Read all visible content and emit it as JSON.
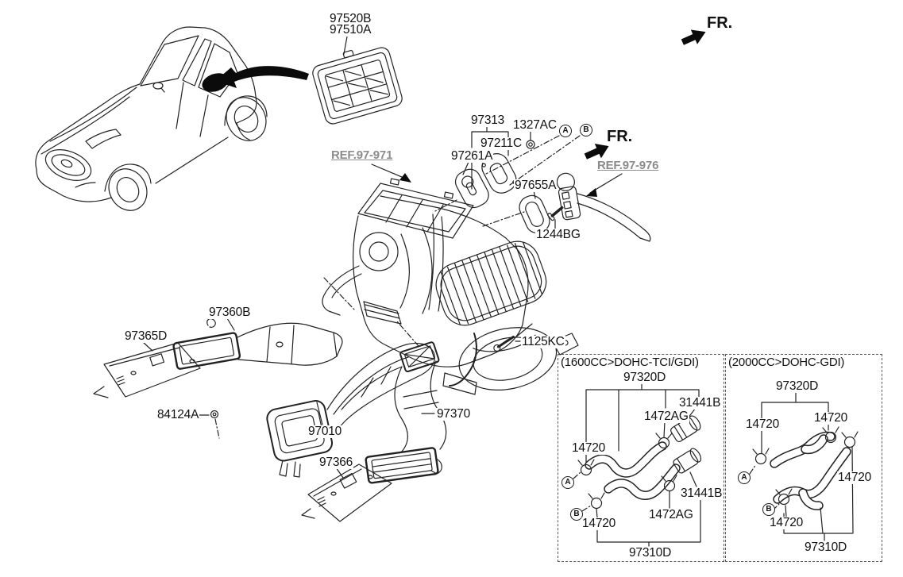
{
  "colors": {
    "background": "#ffffff",
    "line": "#222222",
    "ref_link": "#8c8c8c",
    "highlight": "#000000"
  },
  "icons": {
    "fr_arrow": "bold-arrow-pointing-front",
    "ref_arrow": "solid-arrowhead-leader",
    "nut_icon": "hex-nut",
    "bolt_icon": "machine-bolt",
    "clip_icon": "fastener-clip",
    "clamp_icon": "hose-clamp"
  },
  "fr_indicator": {
    "top": "FR.",
    "mid": "FR."
  },
  "connectors": {
    "a": "A",
    "b": "B"
  },
  "main_labels": {
    "quarter_vent_upper": "97520B",
    "quarter_vent_lower": "97510A",
    "heater_assembly": "97313",
    "nut": "1327AC",
    "duct_gasket": "97211C",
    "gasket": "97261A",
    "ref_heater": "REF.97-971",
    "ref_tube": "REF.97-976",
    "grommet": "97655A",
    "bolt_tube": "1244BG",
    "bolt_blower": "1125KC",
    "duct_rear_center": "97360B",
    "duct_rear_lh": "97365D",
    "clip": "84124A",
    "duct_floor_center": "97010",
    "duct_rear_vertical": "97370",
    "duct_rear_rh": "97366"
  },
  "variant_boxes": [
    {
      "title": "(1600CC>DOHC-TCI/GDI)",
      "connector_a": "A",
      "connector_b": "B",
      "labels": {
        "inlet_hose": "97320D",
        "fitting_upper": "31441B",
        "clamp_spring_upper": "1472AG",
        "clamp_upper": "14720",
        "clamp_lower": "14720",
        "clamp_spring_lower": "1472AG",
        "fitting_lower": "31441B",
        "outlet_hose": "97310D"
      }
    },
    {
      "title": "(2000CC>DOHC-GDI)",
      "connector_a": "A",
      "connector_b": "B",
      "labels": {
        "inlet_hose": "97320D",
        "clamp_left": "14720",
        "clamp_top": "14720",
        "clamp_right": "14720",
        "clamp_bottom": "14720",
        "outlet_hose": "97310D"
      }
    }
  ]
}
